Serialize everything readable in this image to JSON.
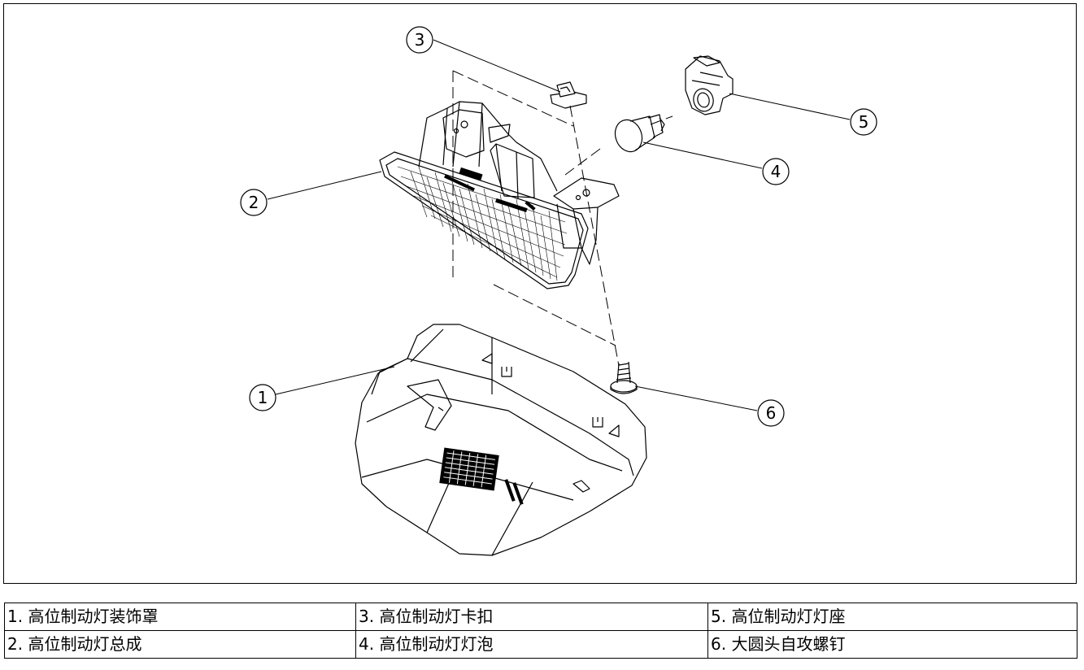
{
  "callouts": [
    {
      "number": "1"
    },
    {
      "number": "2"
    },
    {
      "number": "3"
    },
    {
      "number": "4"
    },
    {
      "number": "5"
    },
    {
      "number": "6"
    }
  ],
  "parts_table": {
    "rows": [
      [
        "1. 高位制动灯装饰罩",
        "3. 高位制动灯卡扣",
        "5. 高位制动灯灯座"
      ],
      [
        "2. 高位制动灯总成",
        "4. 高位制动灯灯泡",
        "6. 大圆头自攻螺钉"
      ]
    ]
  }
}
